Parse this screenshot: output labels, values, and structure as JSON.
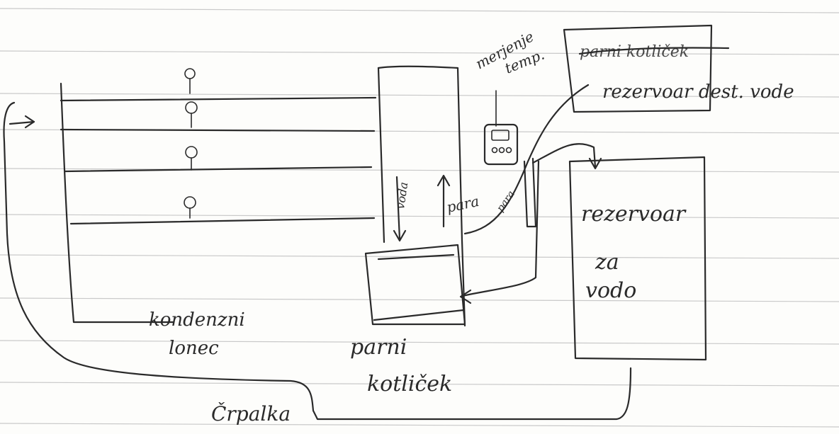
{
  "labels": {
    "condenser": [
      "kondenzni",
      "lonec"
    ],
    "steam_kettle": [
      "parni",
      "kotliček"
    ],
    "water_reservoir": [
      "rezervoar",
      "za",
      "vodo"
    ],
    "distilled_reservoir": "rezervoar dest. vode",
    "crossed_out": "parni kotliček",
    "temp_gauge": [
      "merjenje",
      "temp."
    ],
    "pump": "Črpalka",
    "water_down": "voda",
    "steam_up": "para",
    "steam_pipe": "para"
  }
}
